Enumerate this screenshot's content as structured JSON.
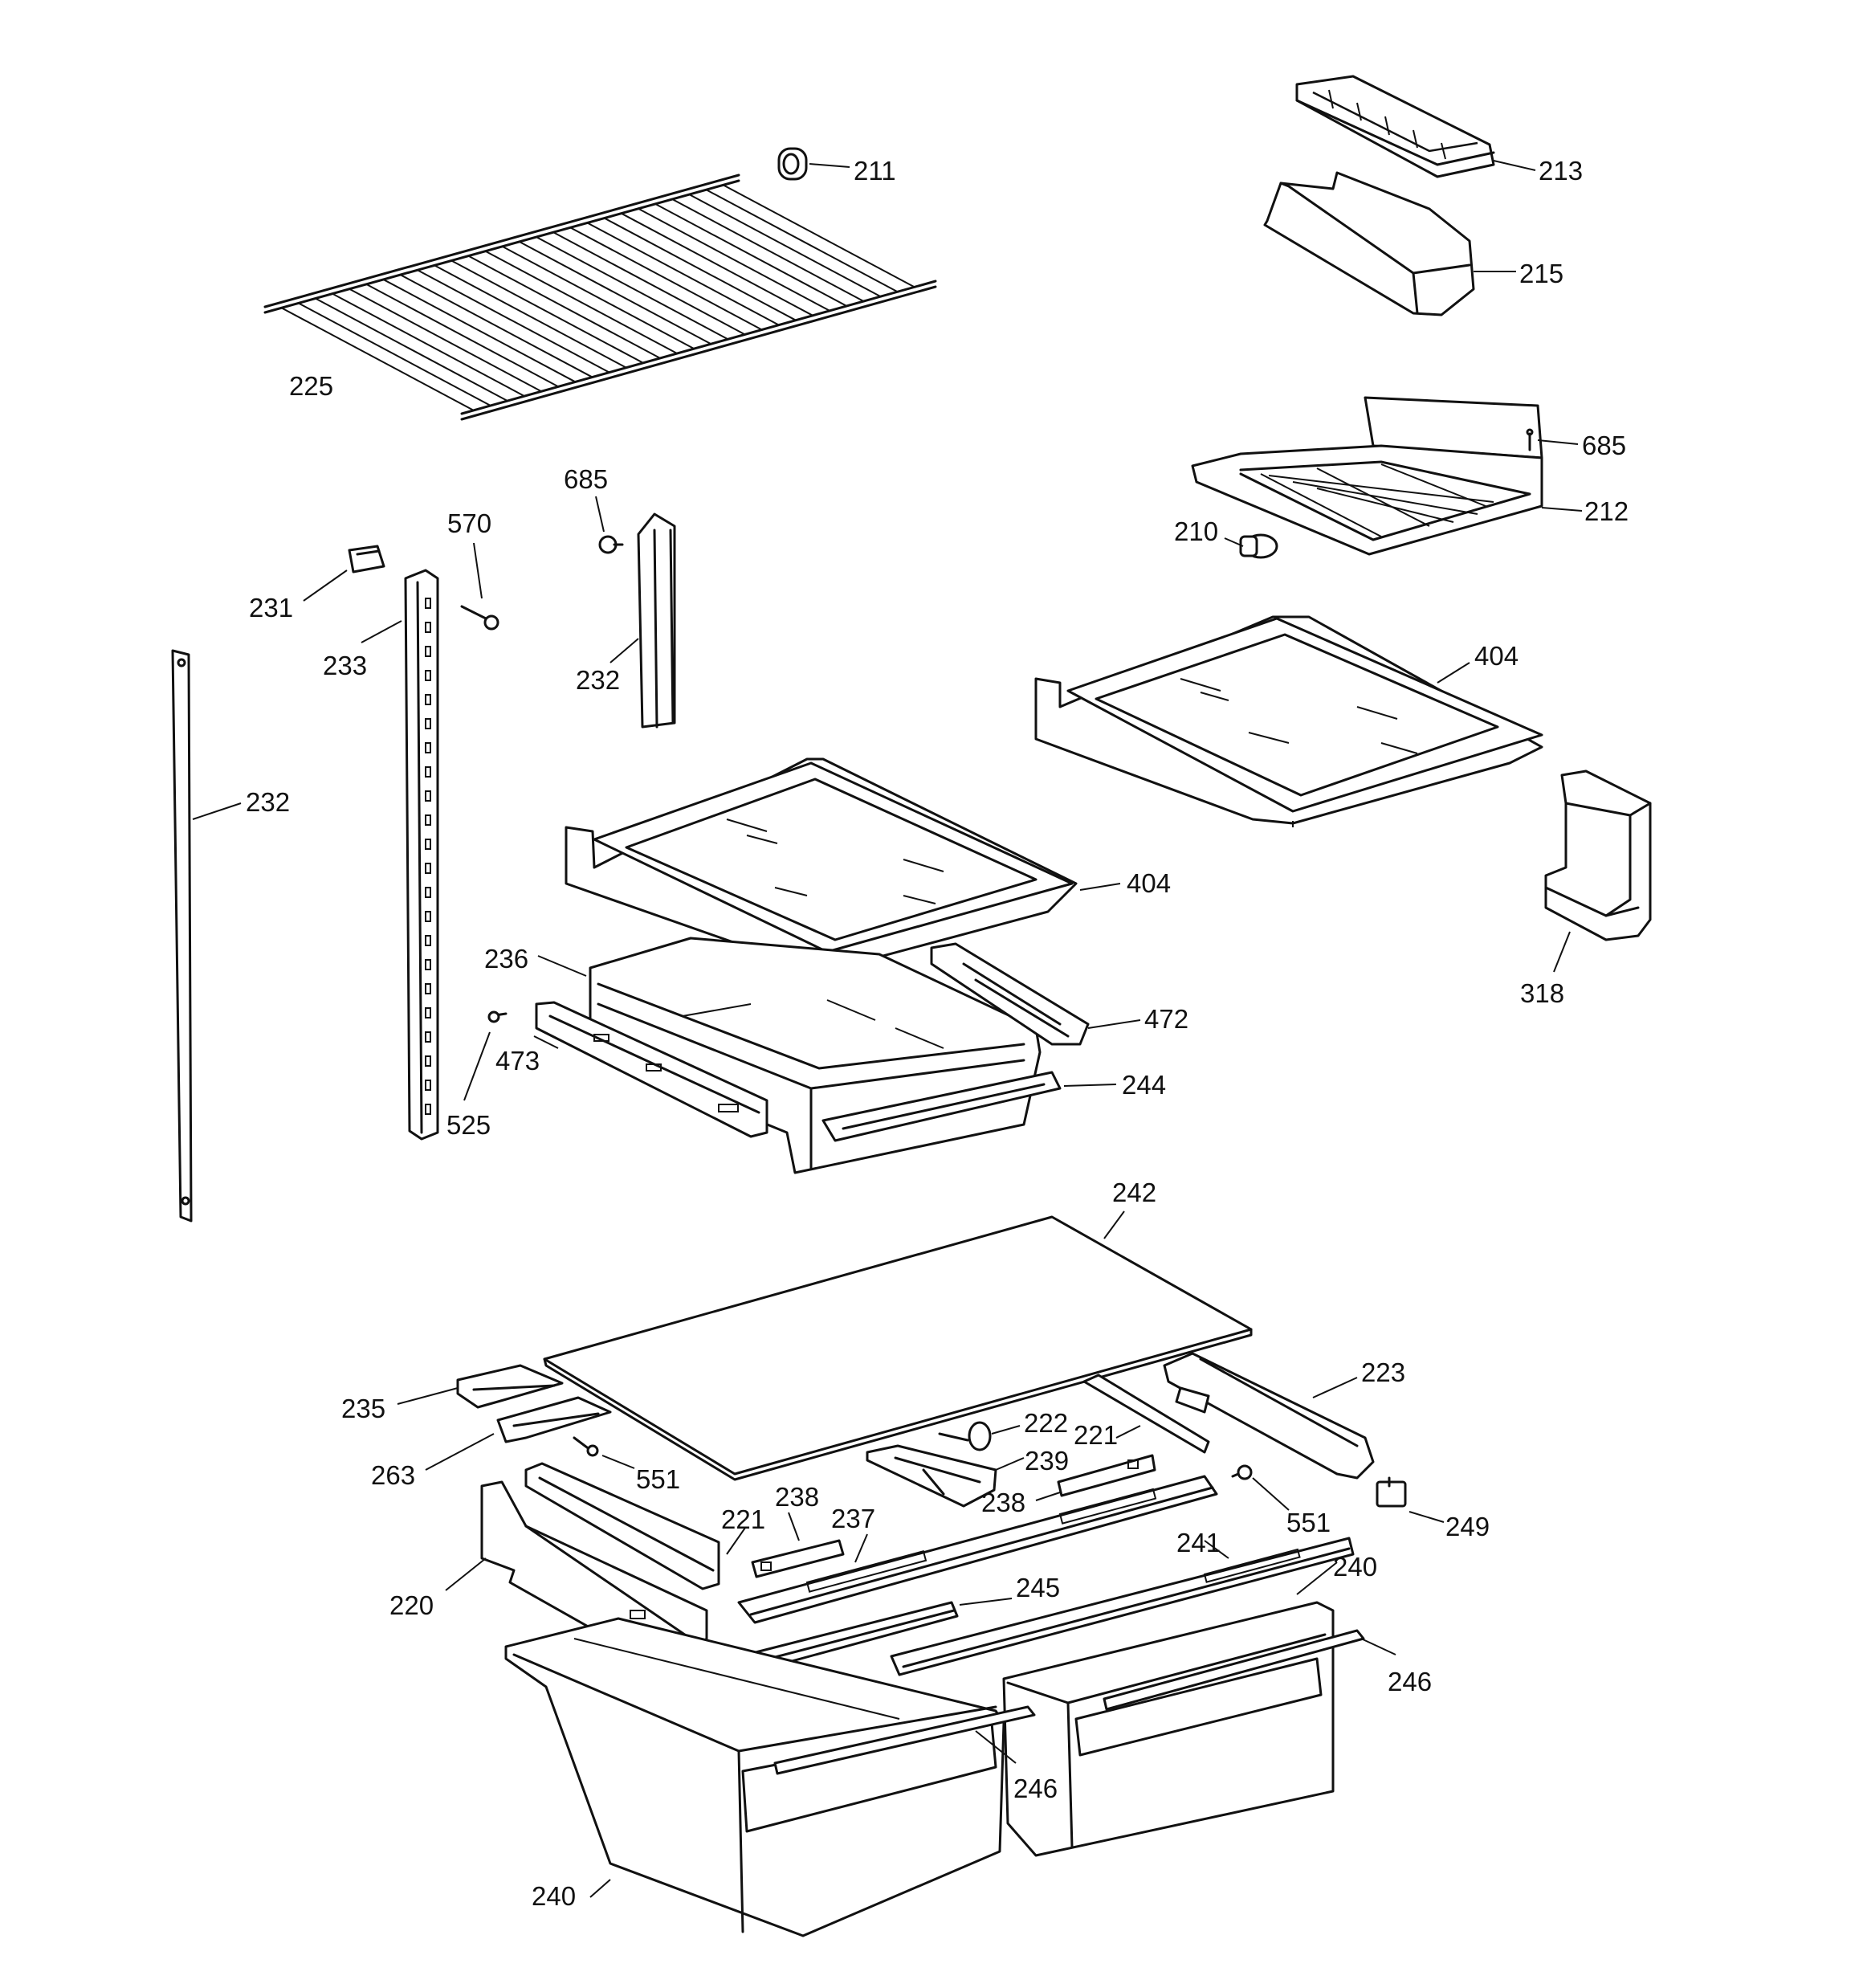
{
  "labels": {
    "p211": "211",
    "p213": "213",
    "p215": "215",
    "p225": "225",
    "p685a": "685",
    "p685b": "685",
    "p570": "570",
    "p212": "212",
    "p210": "210",
    "p231": "231",
    "p233": "233",
    "p232a": "232",
    "p232b": "232",
    "p404a": "404",
    "p404b": "404",
    "p318": "318",
    "p236": "236",
    "p472": "472",
    "p473": "473",
    "p244": "244",
    "p525": "525",
    "p242": "242",
    "p235": "235",
    "p223": "223",
    "p222": "222",
    "p221a": "221",
    "p263": "263",
    "p551a": "551",
    "p239": "239",
    "p238a": "238",
    "p238b": "238",
    "p551b": "551",
    "p221b": "221",
    "p237": "237",
    "p241": "241",
    "p249": "249",
    "p220": "220",
    "p245": "245",
    "p240a": "240",
    "p246a": "246",
    "p246b": "246",
    "p240b": "240"
  }
}
